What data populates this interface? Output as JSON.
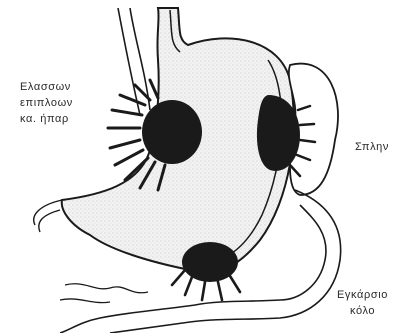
{
  "labels": {
    "omentum_line1": "Ελασσων",
    "omentum_line2": "επιπλοων",
    "omentum_line3": "κα. ήπαρ",
    "spleen": "Σπλην",
    "colon_line1": "Εγκάρσιο",
    "colon_line2": "κόλο"
  },
  "colors": {
    "ink": "#1a1a1a",
    "stipple": "#d8d8d8",
    "background": "#ffffff"
  }
}
